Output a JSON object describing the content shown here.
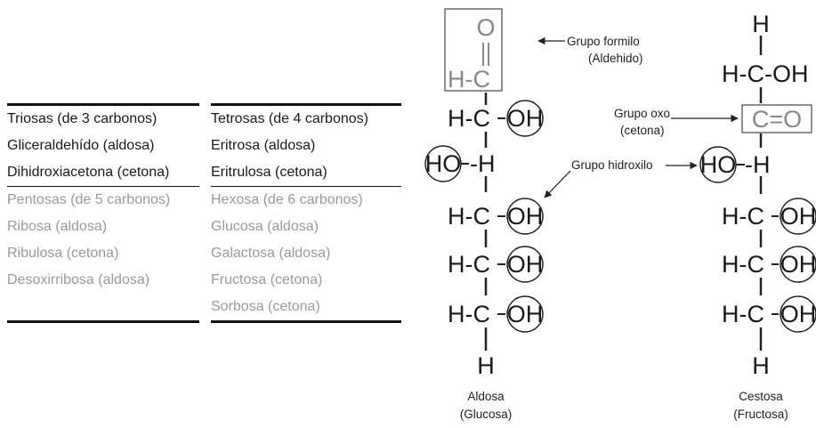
{
  "table": {
    "left": {
      "dark": [
        "Triosas (de 3 carbonos)",
        "Gliceraldehído  (aldosa)",
        "Dihidroxiacetona (cetona)"
      ],
      "light": [
        "Pentosas (de 5 carbonos)",
        "Ribosa (aldosa)",
        "Ribulosa (cetona)",
        "Desoxirribosa (aldosa)"
      ]
    },
    "right": {
      "dark": [
        "Tetrosas (de 4 carbonos)",
        "Eritrosa (aldosa)",
        "Eritrulosa (cetona)"
      ],
      "light": [
        "Hexosa (de 6 carbonos)",
        "Glucosa (aldosa)",
        "Galactosa (aldosa)",
        "Fructosa (cetona)",
        "Sorbosa (cetona)"
      ]
    }
  },
  "diagram": {
    "atoms": {
      "O": "O",
      "HC": "H-C",
      "HCleft": "H-C",
      "HCright": "-H",
      "OH": "OH",
      "HO": "HO",
      "H": "H",
      "HCOH": "H-C-OH",
      "CO": "C=O"
    },
    "labels": {
      "formilo_1": "Grupo formilo",
      "formilo_2": "(Aldehido)",
      "oxo_1": "Grupo oxo",
      "oxo_2": "(cetona)",
      "hidroxilo": "Grupo hidroxilo",
      "aldosa_1": "Aldosa",
      "aldosa_2": "(Glucosa)",
      "cetosa_1": "Cestosa",
      "cetosa_2": "(Fructosa)"
    }
  }
}
